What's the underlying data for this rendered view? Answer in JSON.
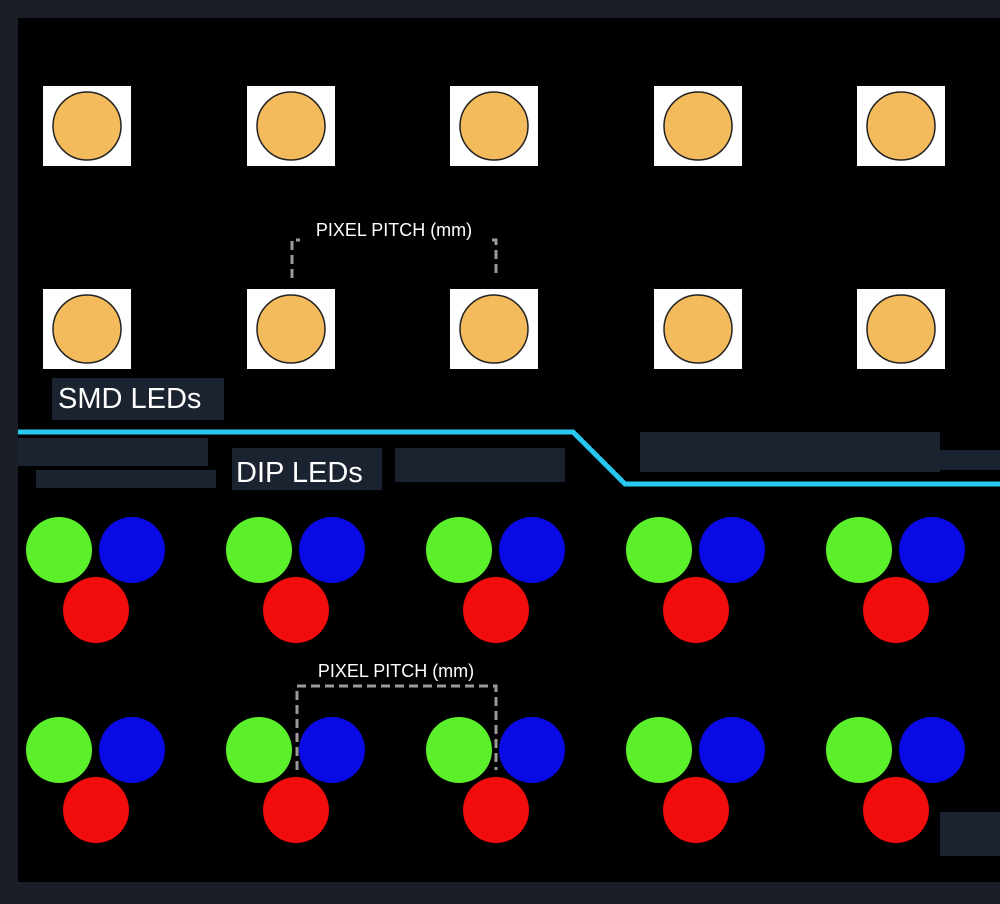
{
  "smd": {
    "section_label": "SMD LEDs",
    "pitch_label": "PIXEL PITCH (mm)",
    "rows": 2,
    "cols": 5,
    "led_color": "#f4bb5c",
    "pad_color": "#ffffff"
  },
  "dip": {
    "section_label": "DIP LEDs",
    "pitch_label": "PIXEL PITCH (mm)",
    "rows": 2,
    "cols": 5,
    "green_color": "#5cf02c",
    "blue_color": "#0a0ae6",
    "red_color": "#f20d0d"
  },
  "colors": {
    "background": "#000000",
    "frame": "#1a1f27",
    "divider": "#29c8f0",
    "dashed_line": "#9a9a9a",
    "label_text": "#ffffff"
  }
}
